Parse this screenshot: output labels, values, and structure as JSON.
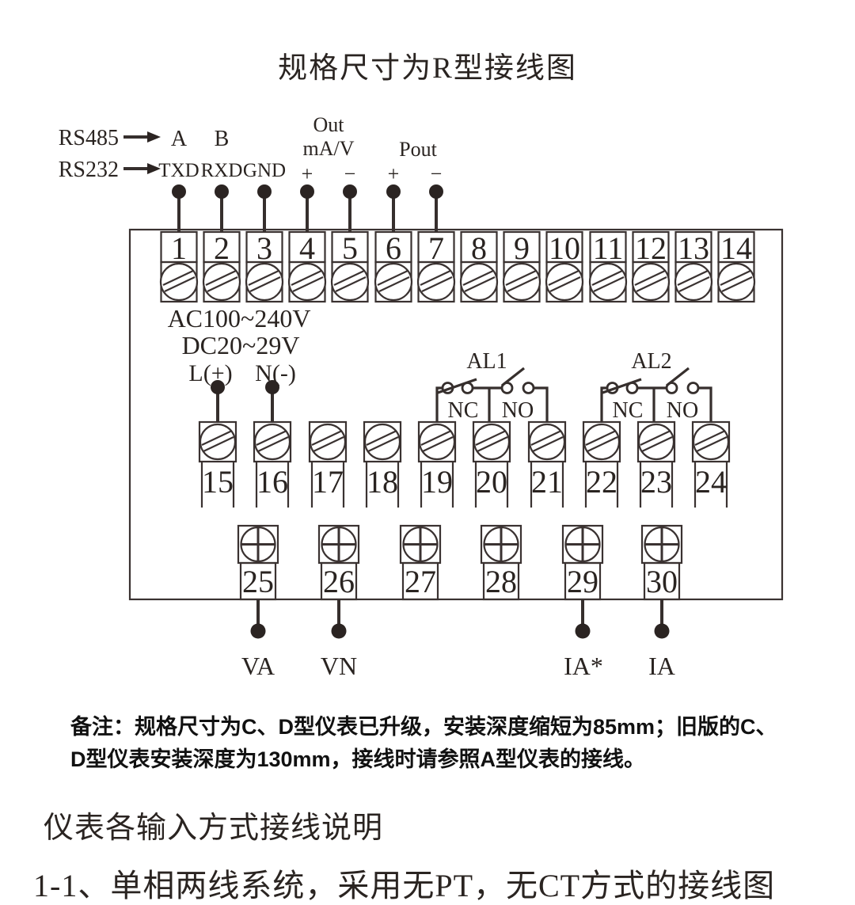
{
  "title": "规格尺寸为R型接线图",
  "colors": {
    "ink": "#3a3231",
    "text": "#2a2421",
    "note_text": "#111111",
    "background": "#ffffff"
  },
  "top": {
    "rs485": "RS485",
    "rs232": "RS232",
    "a": "A",
    "b": "B",
    "txd": "TXD",
    "rxd": "RXD",
    "gnd": "GND",
    "out": "Out",
    "ma_v": "mA/V",
    "pout": "Pout",
    "plus": "+",
    "minus": "−"
  },
  "power": {
    "ac": "AC100~240V",
    "dc": "DC20~29V",
    "l": "L(+)",
    "n": "N(-)"
  },
  "relays": {
    "al1": "AL1",
    "al2": "AL2",
    "nc": "NC",
    "no": "NO"
  },
  "terminals": {
    "row1": [
      "1",
      "2",
      "3",
      "4",
      "5",
      "6",
      "7",
      "8",
      "9",
      "10",
      "11",
      "12",
      "13",
      "14"
    ],
    "row2": [
      "15",
      "16",
      "17",
      "18",
      "19",
      "20",
      "21",
      "22",
      "23",
      "24"
    ],
    "row3": [
      "25",
      "26",
      "27",
      "28",
      "29",
      "30"
    ]
  },
  "bottom": {
    "va": "VA",
    "vn": "VN",
    "ia_star": "IA*",
    "ia": "IA"
  },
  "note": {
    "line1": "备注：规格尺寸为C、D型仪表已升级，安装深度缩短为85mm；旧版的C、",
    "line2": "D型仪表安装深度为130mm，接线时请参照A型仪表的接线。"
  },
  "headings": {
    "section": "仪表各输入方式接线说明",
    "subsection": "1-1、单相两线系统，采用无PT，无CT方式的接线图"
  }
}
